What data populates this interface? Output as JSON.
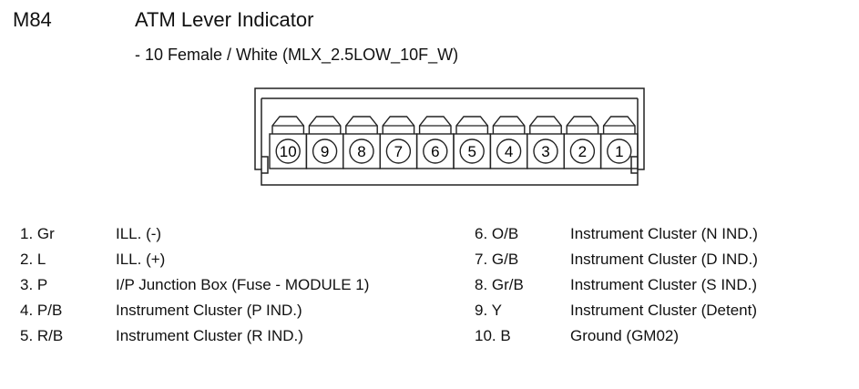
{
  "header": {
    "code": "M84",
    "title": "ATM Lever Indicator",
    "subtitle": "- 10 Female / White (MLX_2.5LOW_10F_W)"
  },
  "connector": {
    "pin_labels": [
      "10",
      "9",
      "8",
      "7",
      "6",
      "5",
      "4",
      "3",
      "2",
      "1"
    ]
  },
  "pins_left": [
    {
      "num": "1. Gr",
      "desc": "ILL. (-)"
    },
    {
      "num": "2. L",
      "desc": "ILL. (+)"
    },
    {
      "num": "3. P",
      "desc": "I/P Junction Box (Fuse - MODULE 1)"
    },
    {
      "num": "4. P/B",
      "desc": "Instrument Cluster (P IND.)"
    },
    {
      "num": "5. R/B",
      "desc": "Instrument Cluster (R IND.)"
    }
  ],
  "pins_right": [
    {
      "num": "6. O/B",
      "desc": "Instrument Cluster (N IND.)"
    },
    {
      "num": "7. G/B",
      "desc": "Instrument Cluster (D IND.)"
    },
    {
      "num": "8. Gr/B",
      "desc": "Instrument Cluster (S IND.)"
    },
    {
      "num": "9. Y",
      "desc": "Instrument Cluster (Detent)"
    },
    {
      "num": "10. B",
      "desc": "Ground (GM02)"
    }
  ]
}
